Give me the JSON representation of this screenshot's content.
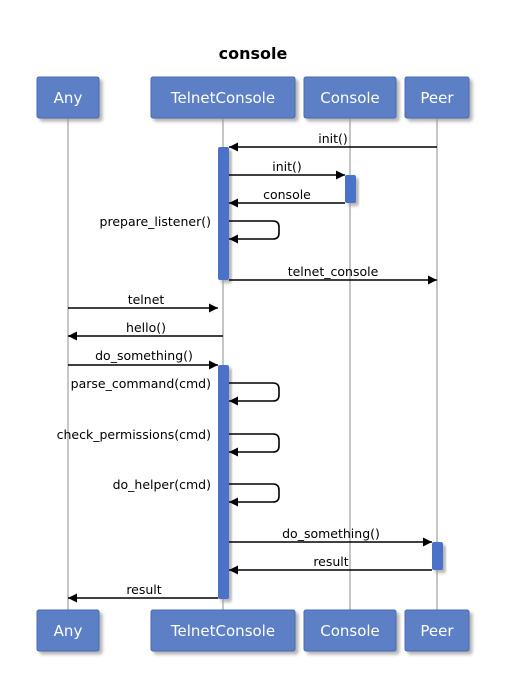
{
  "title": "console",
  "colors": {
    "actor_fill": "#5b7fc6",
    "activation_fill": "#4a72c8",
    "lifeline": "#8c8c8c",
    "shadow": "#999999"
  },
  "actors": [
    {
      "id": "any",
      "label": "Any"
    },
    {
      "id": "telnet",
      "label": "TelnetConsole"
    },
    {
      "id": "console",
      "label": "Console"
    },
    {
      "id": "peer",
      "label": "Peer"
    }
  ],
  "messages": [
    {
      "from": "peer",
      "to": "telnet",
      "label": "init()",
      "kind": "call"
    },
    {
      "from": "telnet",
      "to": "console",
      "label": "init()",
      "kind": "call"
    },
    {
      "from": "console",
      "to": "telnet",
      "label": "console",
      "kind": "return"
    },
    {
      "from": "telnet",
      "to": "telnet",
      "label": "prepare_listener()",
      "kind": "self"
    },
    {
      "from": "telnet",
      "to": "peer",
      "label": "telnet_console",
      "kind": "call"
    },
    {
      "from": "any",
      "to": "telnet",
      "label": "telnet",
      "kind": "call"
    },
    {
      "from": "telnet",
      "to": "any",
      "label": "hello()",
      "kind": "call"
    },
    {
      "from": "any",
      "to": "telnet",
      "label": "do_something()",
      "kind": "call"
    },
    {
      "from": "telnet",
      "to": "telnet",
      "label": "parse_command(cmd)",
      "kind": "self"
    },
    {
      "from": "telnet",
      "to": "telnet",
      "label": "check_permissions(cmd)",
      "kind": "self"
    },
    {
      "from": "telnet",
      "to": "telnet",
      "label": "do_helper(cmd)",
      "kind": "self"
    },
    {
      "from": "telnet",
      "to": "peer",
      "label": "do_something()",
      "kind": "call"
    },
    {
      "from": "peer",
      "to": "telnet",
      "label": "result",
      "kind": "return"
    },
    {
      "from": "telnet",
      "to": "any",
      "label": "result",
      "kind": "return"
    }
  ]
}
